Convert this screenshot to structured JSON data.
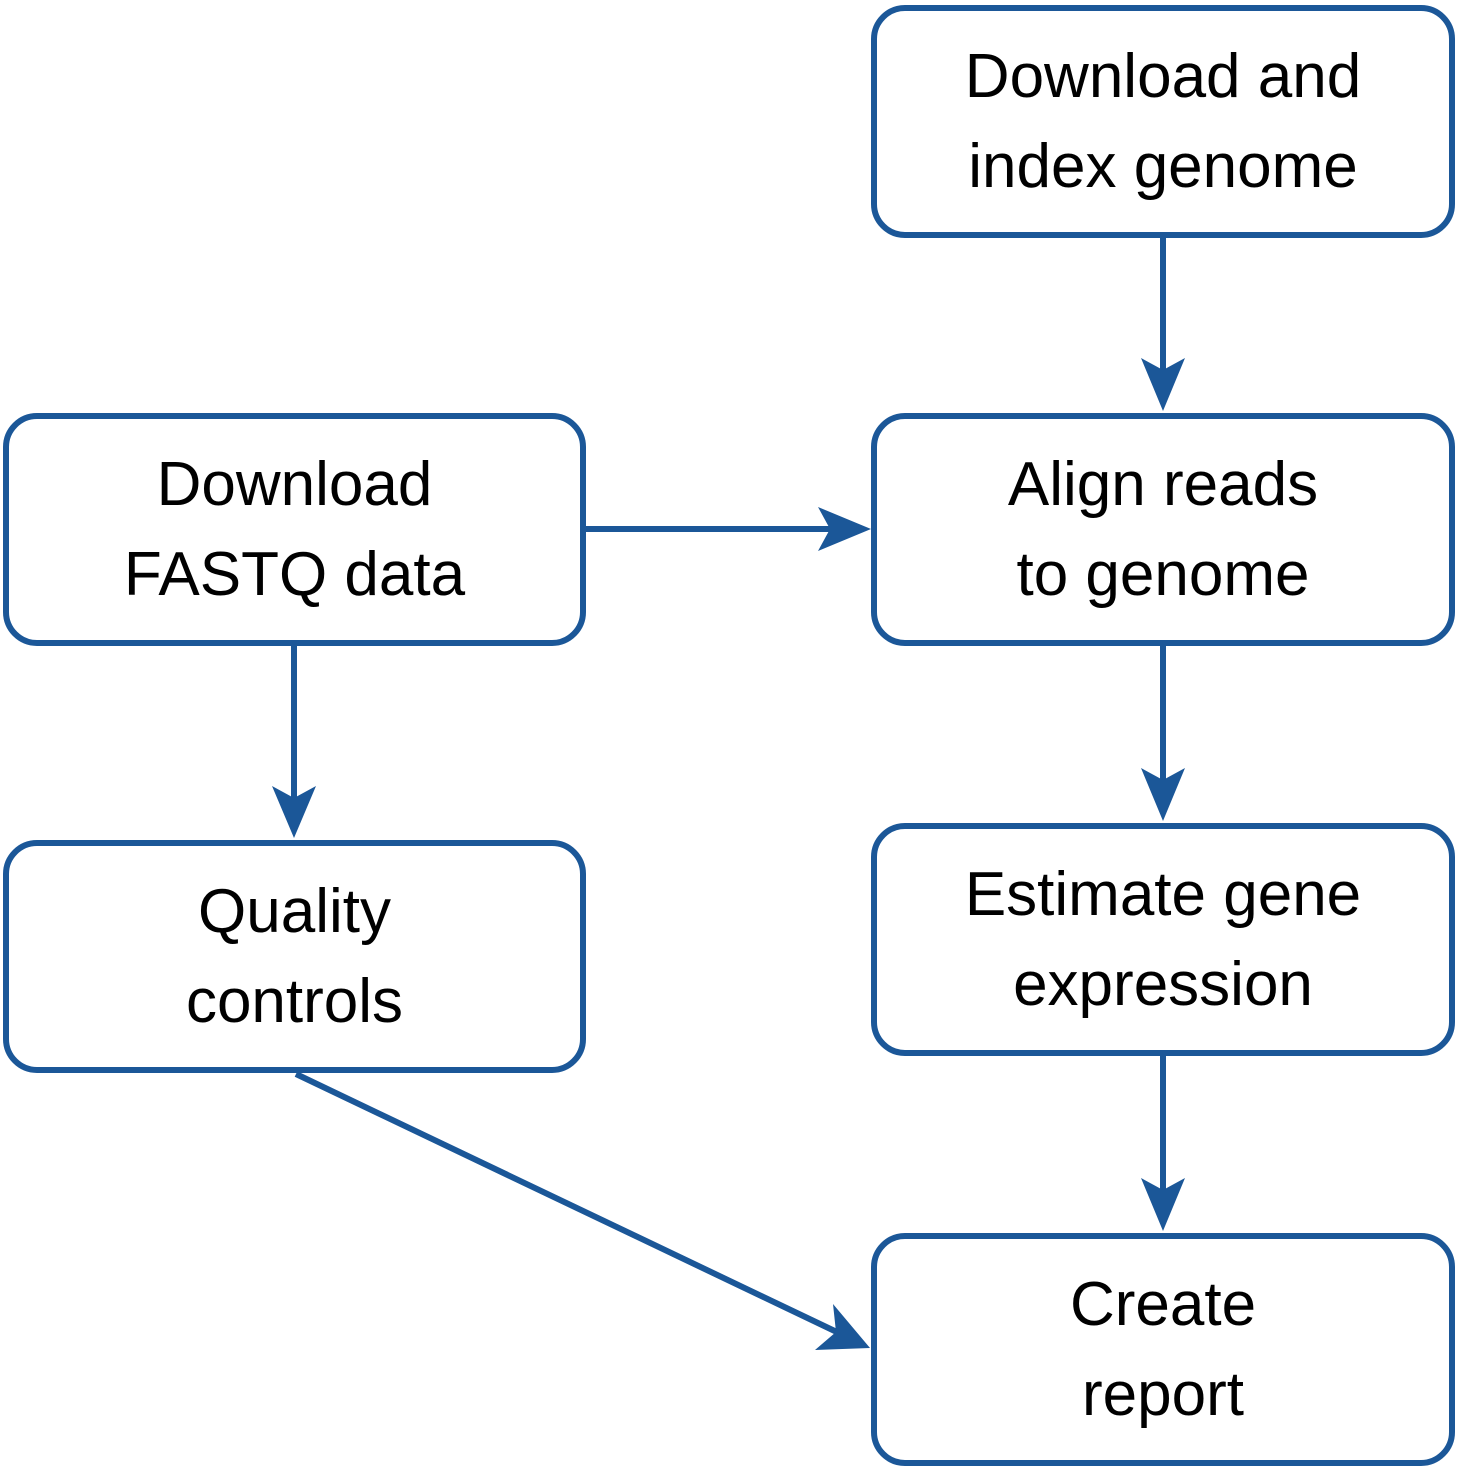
{
  "colors": {
    "stroke": "#1b5798",
    "text": "#000000",
    "background": "#ffffff"
  },
  "nodes": {
    "download_index": {
      "line1": "Download and",
      "line2": "index genome"
    },
    "download_fastq": {
      "line1": "Download",
      "line2": "FASTQ data"
    },
    "align": {
      "line1": "Align reads",
      "line2": "to genome"
    },
    "quality": {
      "line1": "Quality",
      "line2": "controls"
    },
    "estimate": {
      "line1": "Estimate gene",
      "line2": "expression"
    },
    "report": {
      "line1": "Create",
      "line2": "report"
    }
  },
  "edges": [
    {
      "from": "download_index",
      "to": "align"
    },
    {
      "from": "download_fastq",
      "to": "align"
    },
    {
      "from": "download_fastq",
      "to": "quality"
    },
    {
      "from": "align",
      "to": "estimate"
    },
    {
      "from": "estimate",
      "to": "report"
    },
    {
      "from": "quality",
      "to": "report"
    }
  ]
}
